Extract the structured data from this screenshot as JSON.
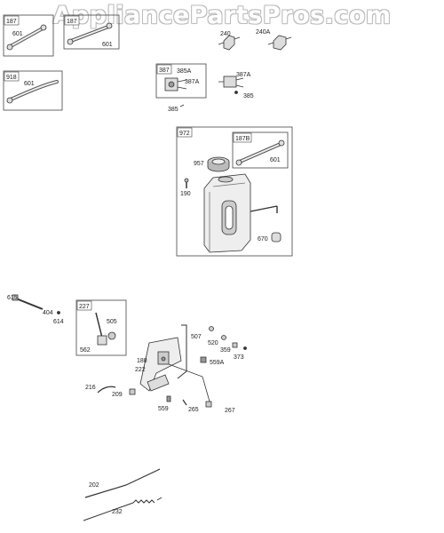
{
  "watermark": "AppliancePartsPros.com",
  "boxes": {
    "b187": "187",
    "b_top2": "187",
    "b918": "918",
    "b387": "387",
    "b972": "972",
    "b187B": "187B",
    "b227": "227"
  },
  "parts": {
    "p601a": "601",
    "p601b": "601",
    "p601c": "601",
    "p601d": "601",
    "p240": "240",
    "p240A": "240A",
    "p385A": "385A",
    "p387Aa": "387A",
    "p387Ab": "387A",
    "p385a": "385",
    "p385b": "385",
    "p957": "957",
    "p190": "190",
    "p670": "670",
    "p615": "615",
    "p404": "404",
    "p614": "614",
    "p505": "505",
    "p562": "562",
    "p507": "507",
    "p520": "520",
    "p359": "359",
    "p373": "373",
    "p559A": "559A",
    "p188": "188",
    "p222": "222",
    "p216": "216",
    "p209": "209",
    "p559": "559",
    "p265": "265",
    "p267": "267",
    "p202": "202",
    "p232": "232"
  }
}
